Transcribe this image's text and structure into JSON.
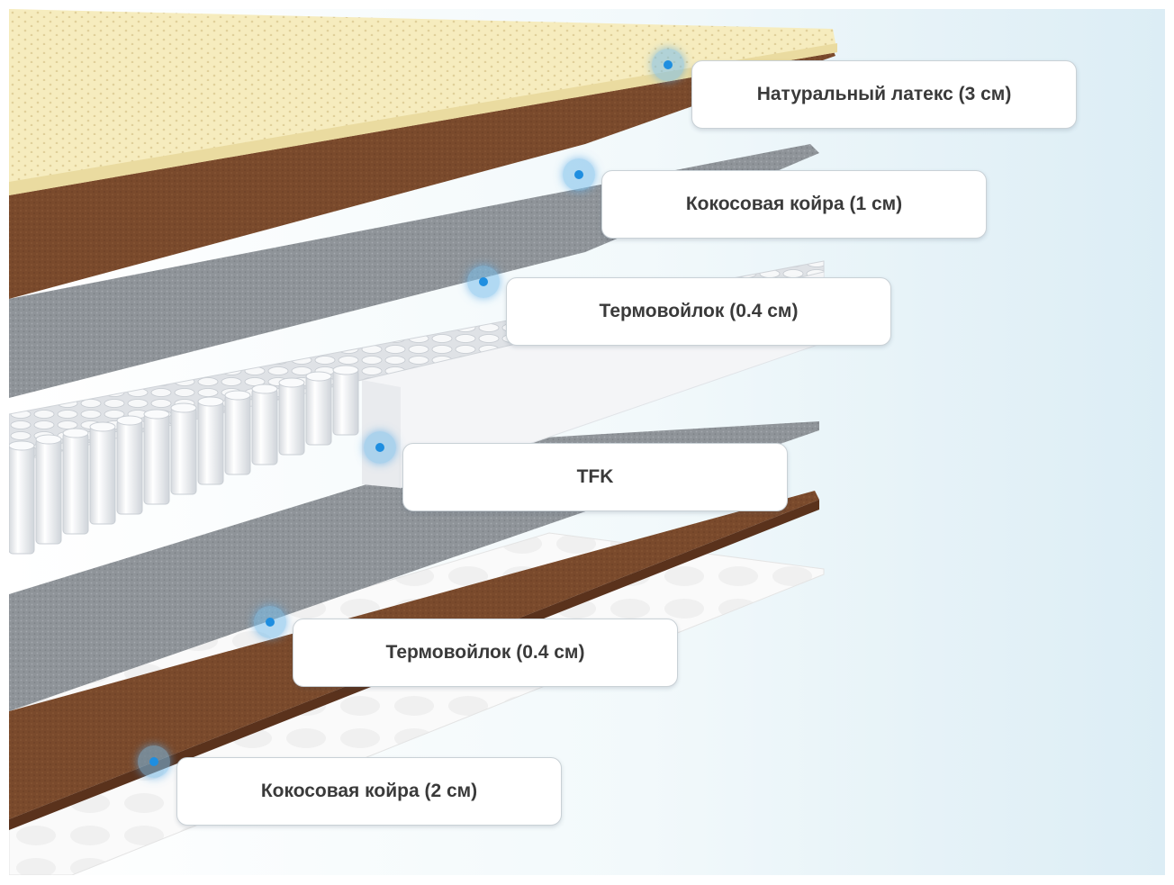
{
  "colors": {
    "latex": "#f6ecbe",
    "coir": "#7b4a2c",
    "felt": "#8f9499",
    "springs": "#f0f1f3",
    "tfk_foam": "#f3f4f6",
    "base_cover": "#fbfbfb",
    "marker": "#1e8ee0",
    "background_tint": "#e2f1f7"
  },
  "layers": [
    {
      "label": "Натуральный латекс (3 см)",
      "material": "latex"
    },
    {
      "label": "Кокосовая койра (1 см)",
      "material": "coir"
    },
    {
      "label": "Термовойлок (0.4 см)",
      "material": "felt"
    },
    {
      "label": "TFK",
      "material": "pocket-springs"
    },
    {
      "label": "Термовойлок (0.4 см)",
      "material": "felt"
    },
    {
      "label": "Кокосовая койра (2 см)",
      "material": "coir"
    }
  ]
}
